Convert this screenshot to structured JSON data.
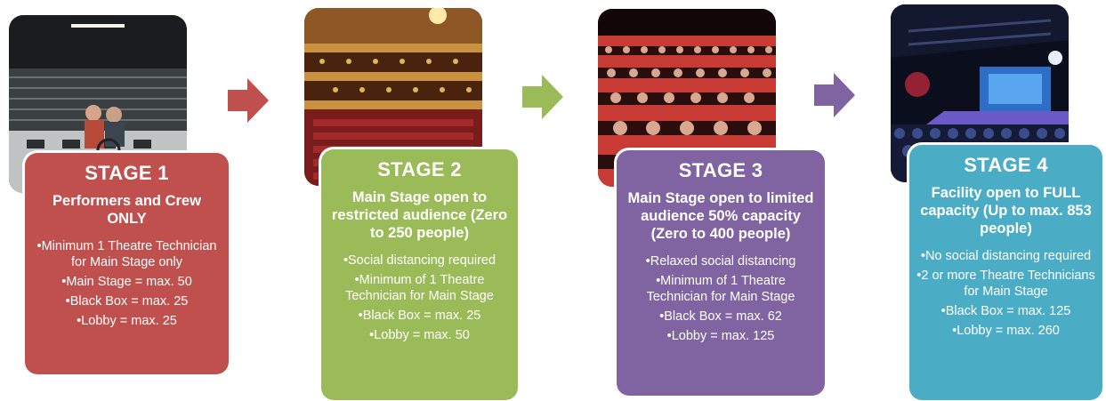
{
  "colors": {
    "stage1": "#c0504d",
    "stage2": "#9bbb59",
    "stage3": "#8064a2",
    "stage4": "#4bacc6",
    "arrow1": "#c0504d",
    "arrow2": "#9bbb59",
    "arrow3": "#8064a2"
  },
  "stages": [
    {
      "title": "STAGE 1",
      "subtitle": "Performers and Crew ONLY",
      "items": [
        "Minimum 1 Theatre Technician for Main Stage only",
        "Main Stage = max. 50",
        "Black Box = max. 25",
        "Lobby = max. 25"
      ]
    },
    {
      "title": "STAGE 2",
      "subtitle": "Main Stage open to restricted audience (Zero to 250 people)",
      "items": [
        "Social distancing required",
        "Minimum of 1 Theatre Technician for Main Stage",
        "Black Box = max. 25",
        "Lobby = max. 50"
      ]
    },
    {
      "title": "STAGE 3",
      "subtitle": "Main Stage open to limited audience 50% capacity (Zero to 400 people)",
      "items": [
        "Relaxed social distancing",
        "Minimum of 1 Theatre Technician for Main Stage",
        "Black Box = max. 62",
        "Lobby = max. 125"
      ]
    },
    {
      "title": "STAGE 4",
      "subtitle": "Facility open to FULL capacity (Up to max. 853 people)",
      "items": [
        "No social distancing required",
        "2 or more Theatre Technicians for Main Stage",
        "Black Box = max. 125",
        "Lobby = max. 260"
      ]
    }
  ]
}
